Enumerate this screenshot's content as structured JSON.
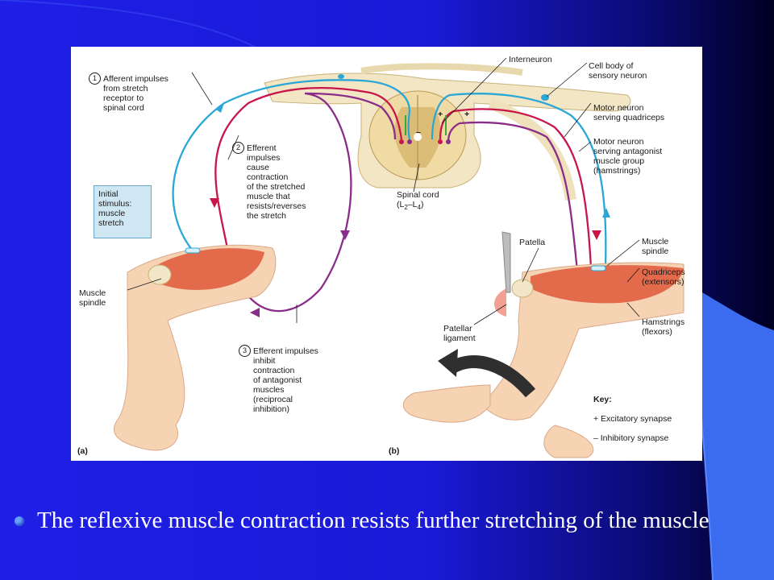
{
  "figure": {
    "panel_a": "(a)",
    "panel_b": "(b)",
    "labels": {
      "step1_num": "1",
      "step1": "Afferent impulses\nfrom stretch\nreceptor to\nspinal cord",
      "step2_num": "2",
      "step2": "Efferent\nimpulses\ncause\ncontraction\nof the stretched\nmuscle that\nresists/reverses\nthe stretch",
      "step3_num": "3",
      "step3": "Efferent impulses\ninhibit\ncontraction\nof antagonist\nmuscles\n(reciprocal\ninhibition)",
      "initial_stimulus": "Initial\nstimulus:\nmuscle\nstretch",
      "muscle_spindle_a": "Muscle\nspindle",
      "interneuron": "Interneuron",
      "spinal_cord": "Spinal cord\n(L",
      "spinal_cord_sub1": "2",
      "spinal_cord_dash": "–L",
      "spinal_cord_sub2": "4",
      "spinal_cord_end": ")",
      "cell_body": "Cell body of\nsensory neuron",
      "motor_quad": "Motor neuron\nserving quadriceps",
      "motor_antagonist": "Motor neuron\nserving antagonist\nmuscle group\n(hamstrings)",
      "patella": "Patella",
      "muscle_spindle_b": "Muscle\nspindle",
      "quadriceps": "Quadriceps\n(extensors)",
      "patellar_ligament": "Patellar\nligament",
      "hamstrings": "Hamstrings\n(flexors)",
      "plus_sign": "+",
      "minus_sign": "–"
    },
    "key": {
      "title": "Key:",
      "excitatory": "+  Excitatory synapse",
      "inhibitory": "–  Inhibitory synapse"
    },
    "colors": {
      "afferent": "#2aa7d6",
      "efferent": "#c8154a",
      "inhibitory": "#8a2d8a",
      "interneuron": "#3aa83a",
      "skin": "#f6d3b3",
      "muscle": "#e0573a",
      "cord": "#f3e6c4"
    }
  },
  "caption": {
    "text": "The reflexive muscle contraction resists further stretching of the muscle"
  },
  "theme": {
    "background": "#1f1fe6",
    "accent_curve": "#3b6cf0"
  }
}
